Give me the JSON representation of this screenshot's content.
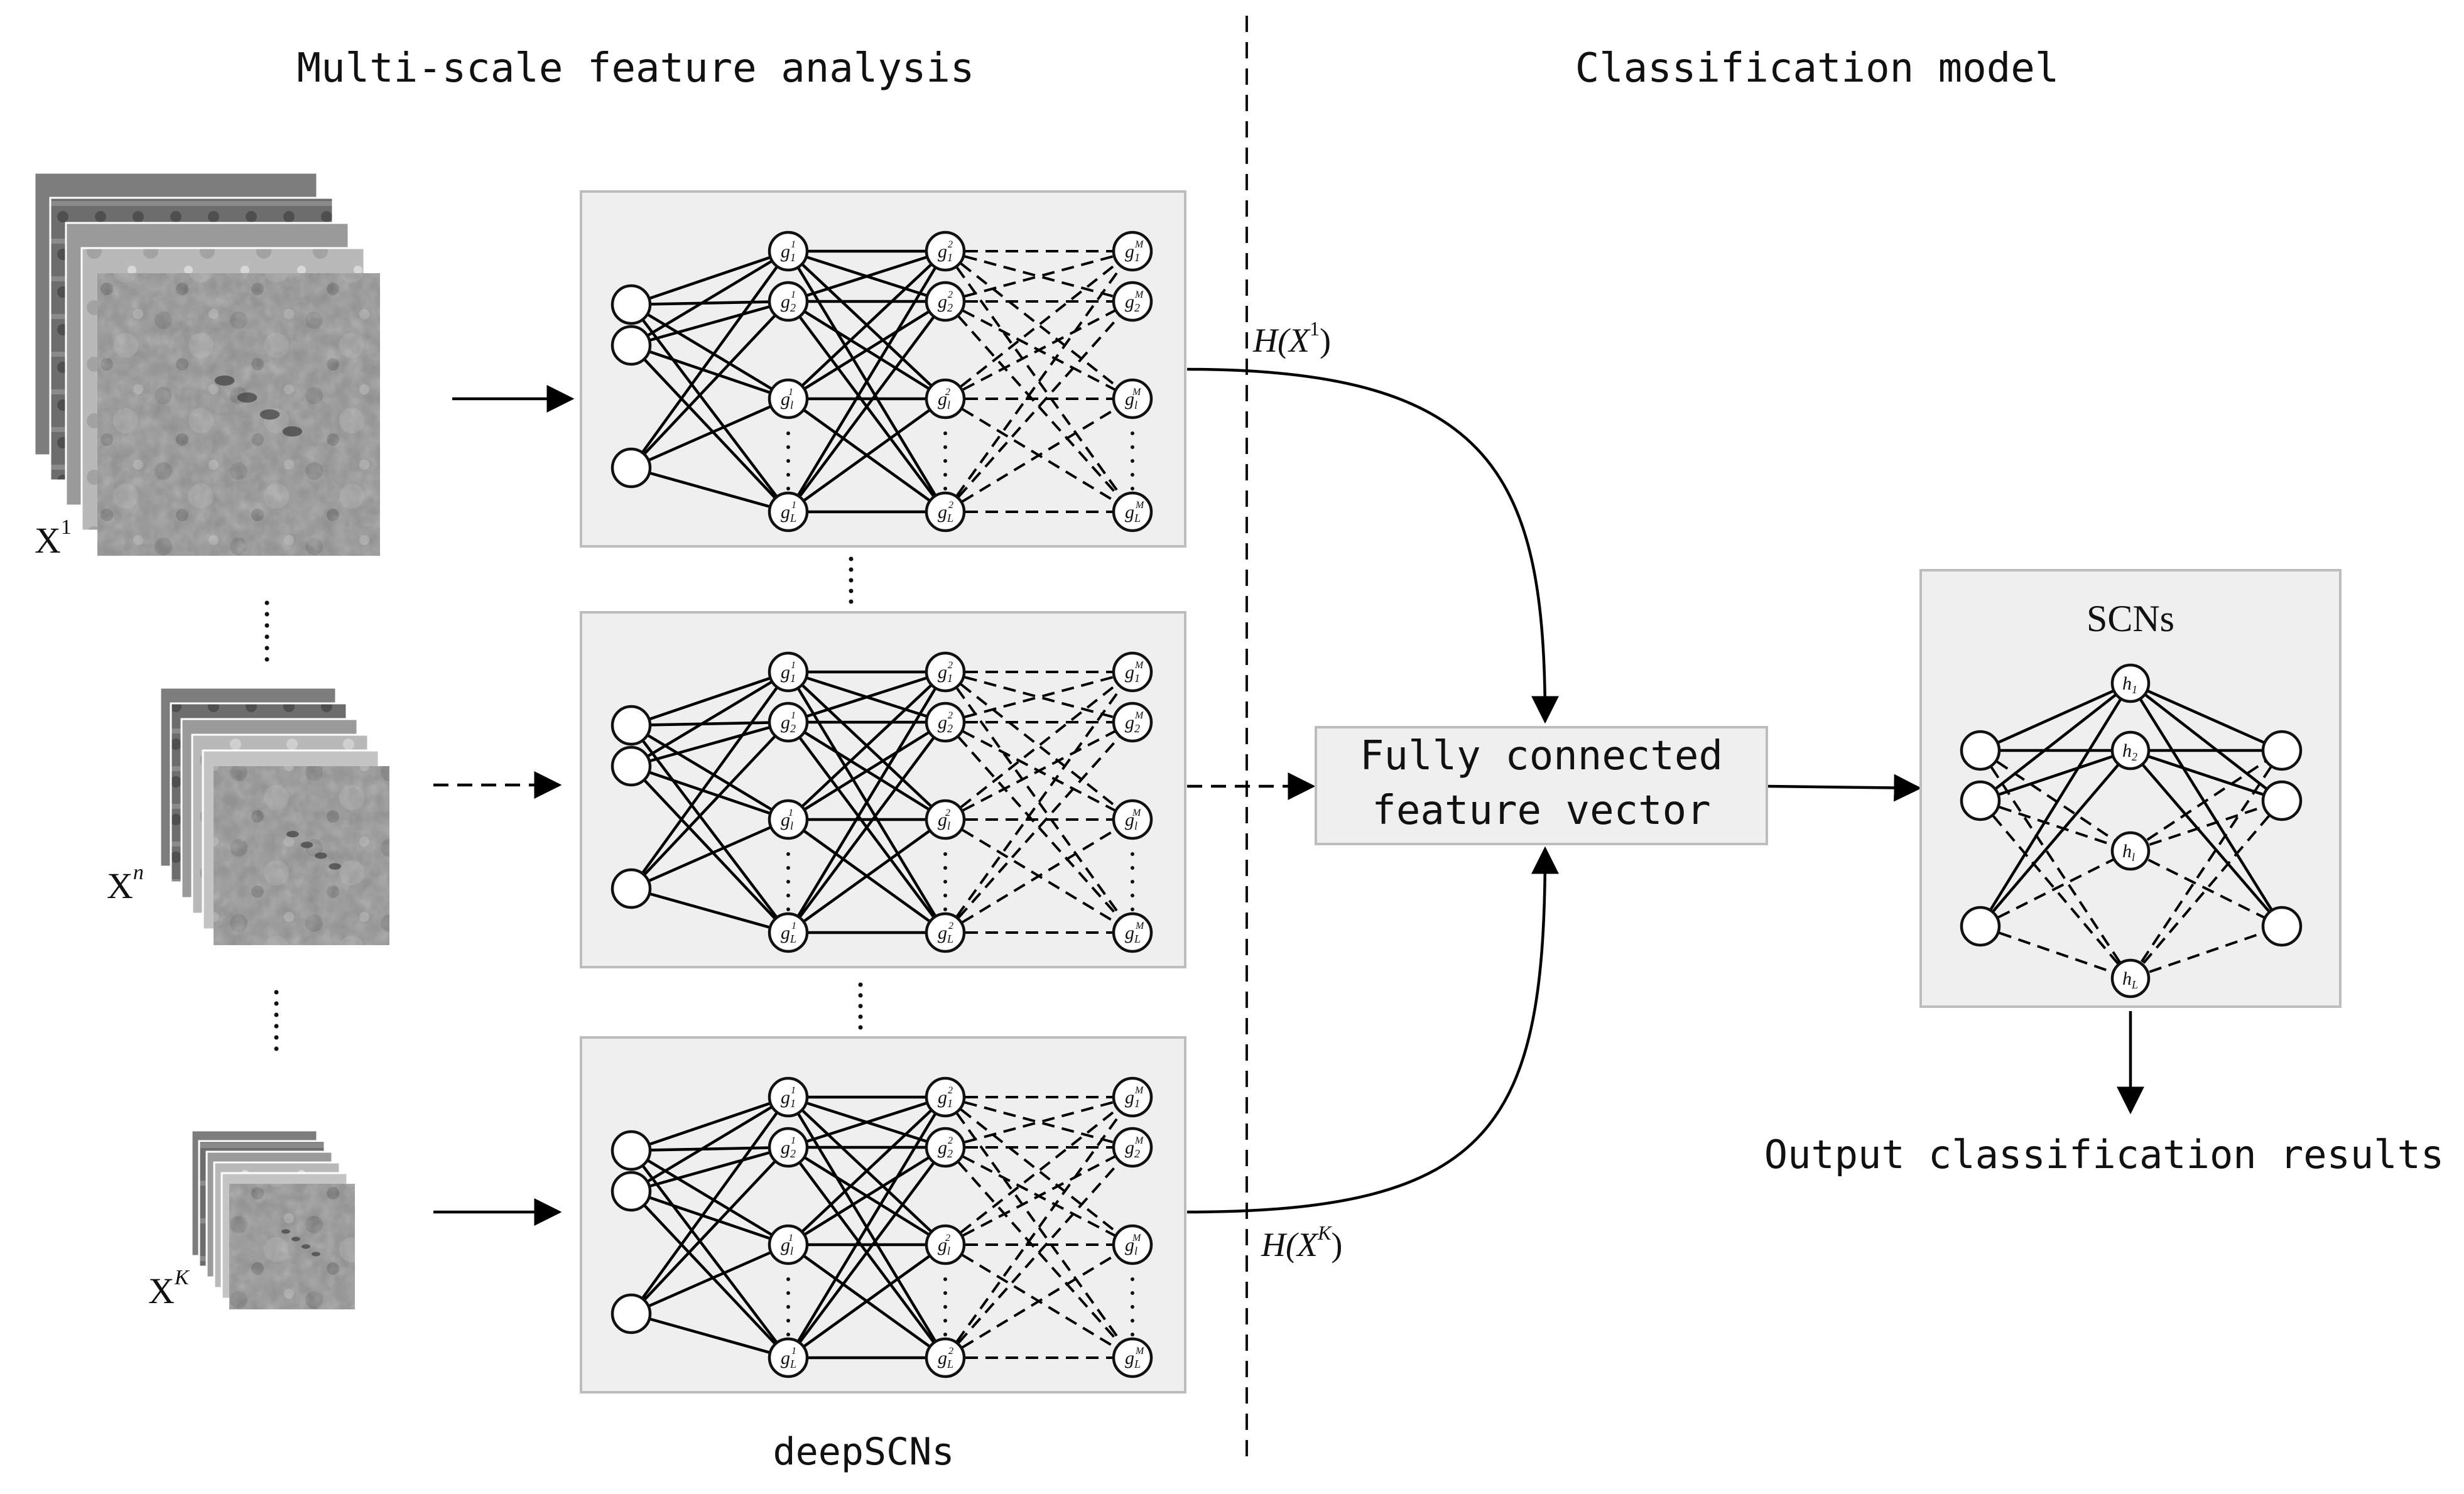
{
  "headings": {
    "left": "Multi-scale feature analysis",
    "right": "Classification model"
  },
  "inputs": {
    "x1": "X",
    "x1_sup": "1",
    "xn": "X",
    "xn_sup": "n",
    "xk": "X",
    "xk_sup": "K"
  },
  "network_bottom_label": "deepSCNs",
  "arrow_labels": {
    "h_top": "H(X",
    "h_top_sup": "1",
    "h_top_close": ")",
    "h_bottom": "H(X",
    "h_bottom_sup": "K",
    "h_bottom_close": ")"
  },
  "fc_box": {
    "line1": "Fully connected",
    "line2": "feature vector"
  },
  "scn": {
    "title": "SCNs"
  },
  "output_label": "Output classification results",
  "colors": {
    "panel": "#efefef",
    "line": "#000000"
  }
}
